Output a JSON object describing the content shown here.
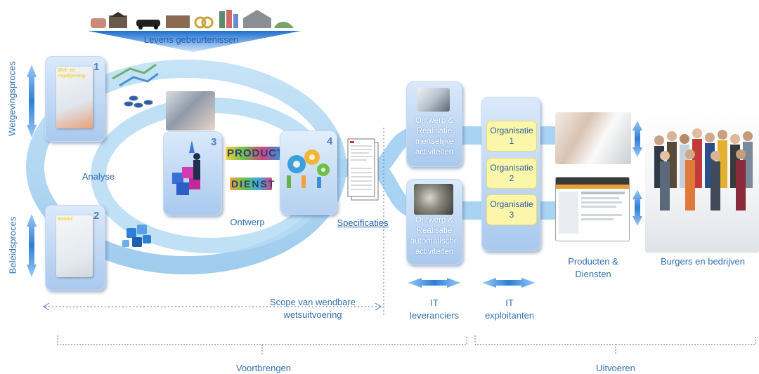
{
  "top": {
    "life_events": "Levens gebeurtenissen"
  },
  "left": {
    "wetgeving": "Wetgevingsproces",
    "beleid": "Beleidsproces"
  },
  "boxes": {
    "b1": {
      "number": "1",
      "doc_label": "Wet- en regelgeving"
    },
    "b2": {
      "number": "2",
      "doc_label": "Beleid"
    },
    "b3": {
      "number": "3"
    },
    "b4": {
      "number": "4"
    }
  },
  "labels": {
    "analyse": "Analyse",
    "ontwerp": "Ontwerp",
    "specificaties": "Specificaties",
    "product_word": "PRODUCT",
    "dienst_word": "DIENST"
  },
  "realisatie": {
    "human": [
      "Ontwerp &",
      "Realisatie",
      "menselijke",
      "activiteiten"
    ],
    "auto": [
      "Ontwerp &",
      "Realisatie",
      "automatische",
      "activiteiten"
    ]
  },
  "organisations": [
    {
      "line1": "Organisatie",
      "line2": "1"
    },
    {
      "line1": "Organisatie",
      "line2": "2"
    },
    {
      "line1": "Organisatie",
      "line2": "3"
    }
  ],
  "outputs": {
    "producten_1": "Producten &",
    "producten_2": "Diensten",
    "burgers": "Burgers en bedrijven"
  },
  "it": {
    "leveranciers_1": "IT",
    "leveranciers_2": "leveranciers",
    "exploitanten_1": "IT",
    "exploitanten_2": "exploitanten"
  },
  "scope": {
    "line1": "Scope van wendbare",
    "line2": "wetsuitvoering"
  },
  "bottom": {
    "voortbrengen": "Voortbrengen",
    "uitvoeren": "Uitvoeren"
  },
  "colors": {
    "band": "#a9d3f2",
    "text": "#2f6fb0",
    "box_top": "#dbe9fa",
    "box_bottom": "#a9c9ee",
    "org_fill": "#fbf6a9"
  }
}
